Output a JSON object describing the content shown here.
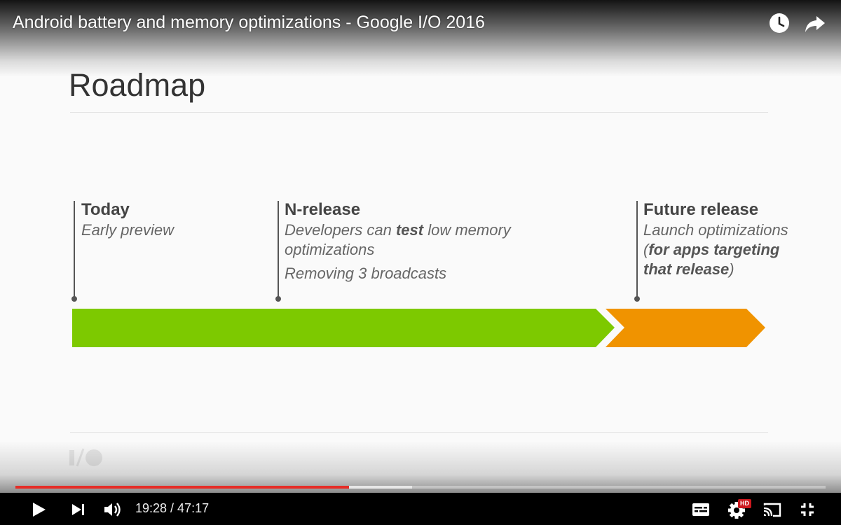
{
  "video": {
    "title": "Android battery and memory optimizations - Google I/O 2016"
  },
  "top_icons": [
    "watch-later-icon",
    "share-icon"
  ],
  "slide": {
    "title": "Roadmap",
    "milestones": [
      {
        "heading": "Today",
        "lines": [
          "Early preview"
        ]
      },
      {
        "heading": "N-release",
        "line1_pre": "Developers can ",
        "line1_bold": "test",
        "line1_post": " low memory",
        "line2": "optimizations",
        "line3": "Removing 3 broadcasts"
      },
      {
        "heading": "Future release",
        "line1": "Launch optimizations",
        "line2_pre": "(",
        "line2_bold": "for apps targeting",
        "line3_bold": "that release",
        "line3_post": ")"
      }
    ],
    "colors": {
      "current_phase": "#7dc900",
      "future_phase": "#f09300"
    }
  },
  "player": {
    "current_time": "19:28",
    "duration": "47:17",
    "time_display": "19:28 / 47:17",
    "progress_played": 0.4116,
    "progress_buffered": 0.4896,
    "progress_color": "#e52d27",
    "hd_badge": "HD",
    "icons": [
      "play-icon",
      "next-icon",
      "volume-icon",
      "subtitles-icon",
      "settings-icon",
      "cast-icon",
      "exit-fullscreen-icon"
    ]
  }
}
